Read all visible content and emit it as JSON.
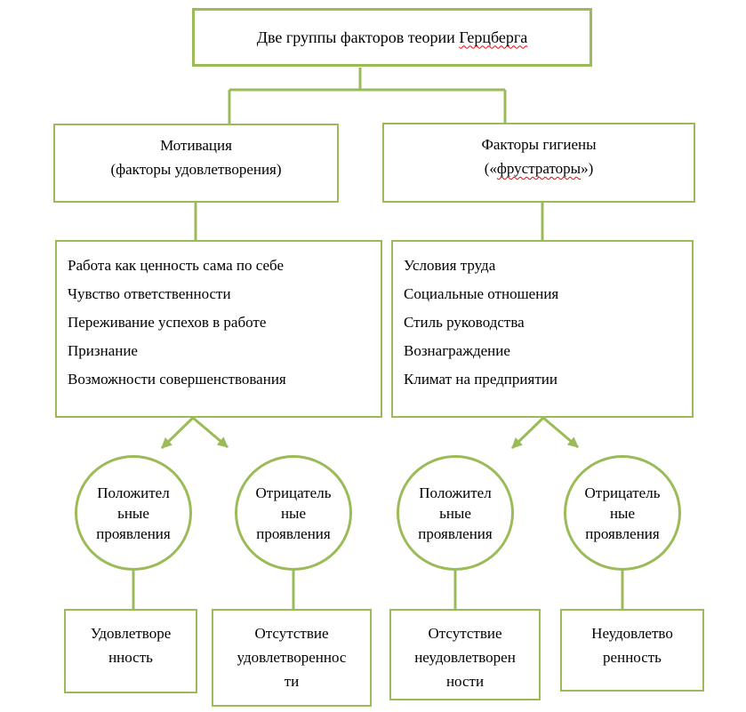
{
  "colors": {
    "accent": "#9bbb59",
    "spellcheck_underline": "#ff0000",
    "text": "#000000",
    "background": "#ffffff"
  },
  "title": {
    "prefix": "Две группы факторов теории ",
    "misspelled": "Герцберга"
  },
  "motivation": {
    "line1": "Мотивация",
    "line2": "(факторы удовлетворения)"
  },
  "hygiene": {
    "line1": "Факторы гигиены",
    "open": "(«",
    "misspelled": "фрустраторы",
    "close": "»)"
  },
  "motivation_factors": [
    "Работа как ценность сама по себе",
    "Чувство ответственности",
    "Переживание успехов в работе",
    "Признание",
    "Возможности совершенствования"
  ],
  "hygiene_factors": [
    "Условия труда",
    "Социальные отношения",
    "Стиль руководства",
    "Вознаграждение",
    "Климат на предприятии"
  ],
  "circles": {
    "c1": [
      "Положител",
      "ьные",
      "проявления"
    ],
    "c2": [
      "Отрицатель",
      "ные",
      "проявления"
    ],
    "c3": [
      "Положител",
      "ьные",
      "проявления"
    ],
    "c4": [
      "Отрицатель",
      "ные",
      "проявления"
    ]
  },
  "outcomes": {
    "o1": [
      "Удовлетворе",
      "нность"
    ],
    "o2": [
      "Отсутствие",
      "удовлетвореннос",
      "ти"
    ],
    "o3": [
      "Отсутствие",
      "неудовлетворен",
      "ности"
    ],
    "o4": [
      "Неудовлетво",
      "ренность"
    ]
  }
}
